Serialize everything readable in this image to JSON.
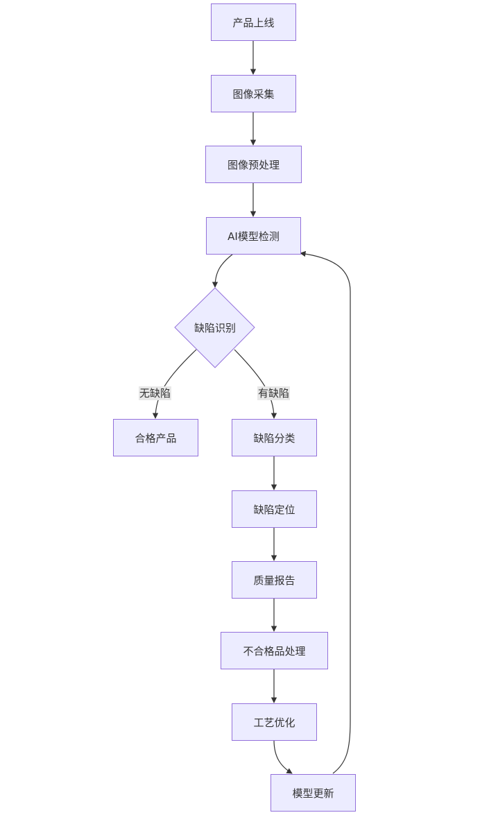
{
  "colors": {
    "node_fill": "#ececff",
    "node_stroke": "#9370db",
    "edge": "#333333",
    "text": "#333333",
    "edge_label_bg": "#e8e8e8"
  },
  "nodes": {
    "launch": "产品上线",
    "capture": "图像采集",
    "preprocess": "图像预处理",
    "ai_detect": "AI模型检测",
    "identify": "缺陷识别",
    "qualified": "合格产品",
    "classify": "缺陷分类",
    "locate": "缺陷定位",
    "report": "质量报告",
    "nonconforming": "不合格品处理",
    "optimize": "工艺优化",
    "update": "模型更新"
  },
  "edge_labels": {
    "no_defect": "无缺陷",
    "has_defect": "有缺陷"
  }
}
